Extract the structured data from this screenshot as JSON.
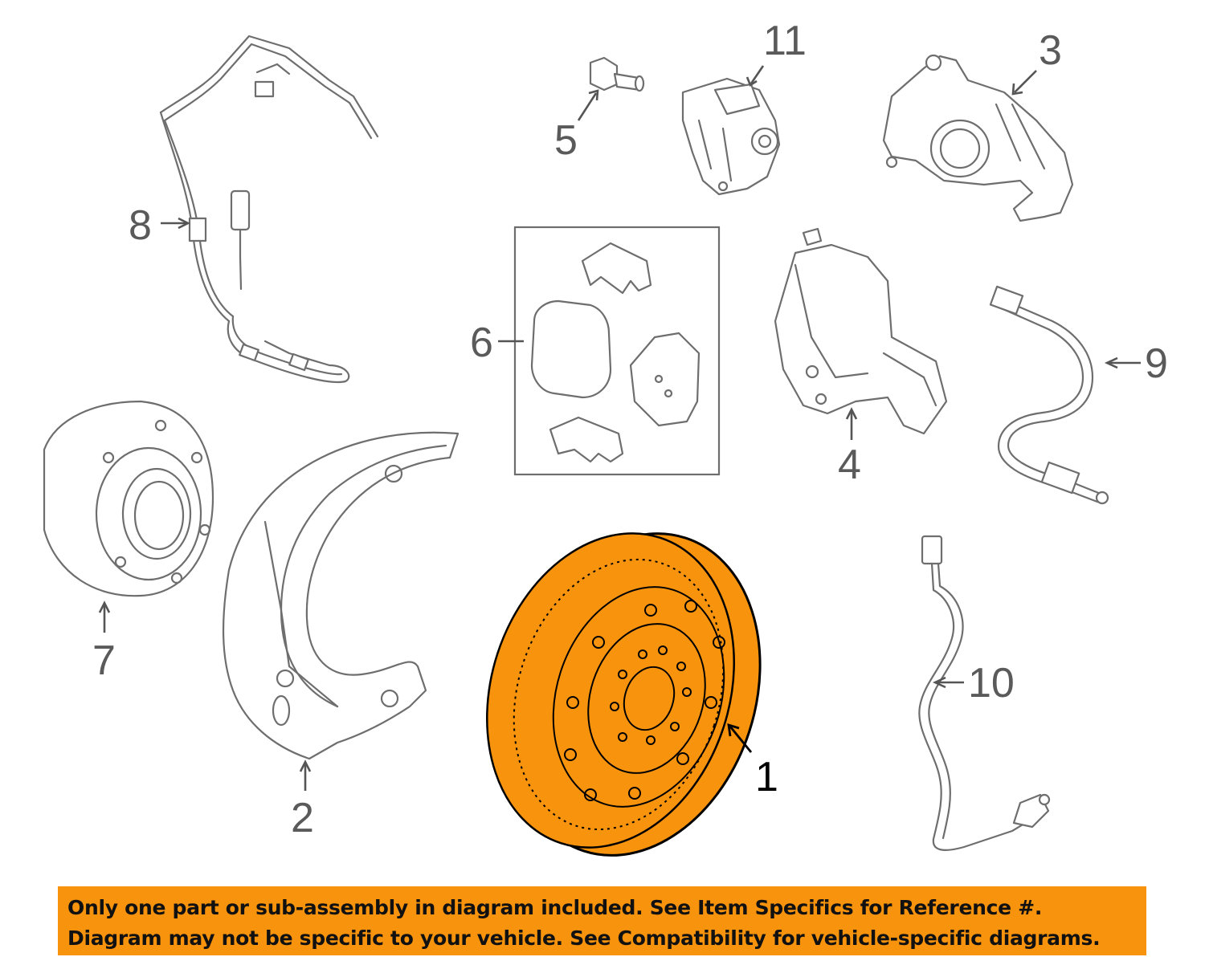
{
  "callouts": {
    "c1": "1",
    "c2": "2",
    "c3": "3",
    "c4": "4",
    "c5": "5",
    "c6": "6",
    "c7": "7",
    "c8": "8",
    "c9": "9",
    "c10": "10",
    "c11": "11"
  },
  "colors": {
    "highlight": "#f7930d",
    "line": "#6e6e6e",
    "banner": "#f7930d"
  },
  "disclaimer": {
    "line1": "Only one part or sub-assembly in diagram included. See Item Specifics for Reference #.",
    "line2": "Diagram may not be specific to your vehicle. See Compatibility for vehicle-specific diagrams."
  }
}
